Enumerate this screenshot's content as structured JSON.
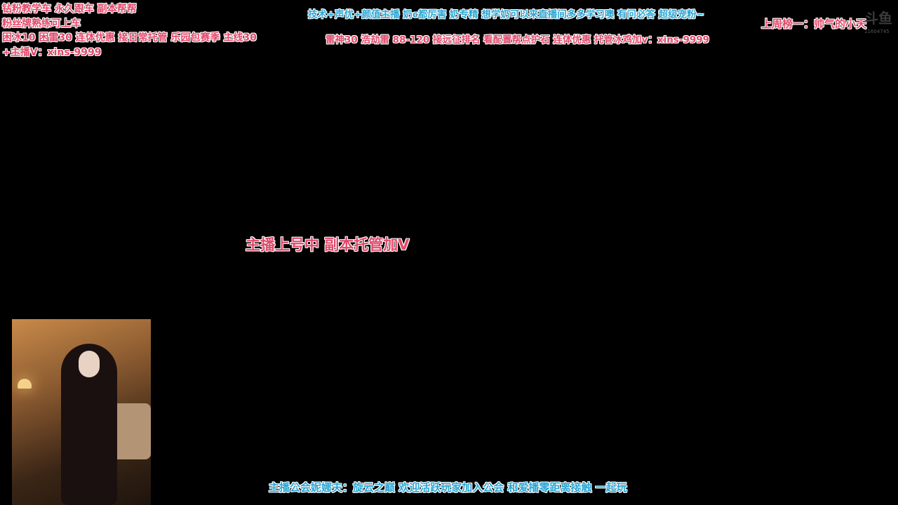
{
  "overlay": {
    "top_left_lines": [
      "钻粉教学车  永久跟车  副本帮帮",
      "粉丝牌熟练可上车",
      "困冰10 困雷30 连体优惠 接日常托管 乐园包赛季  主线30",
      " +主播V：xins-9999"
    ],
    "top_center_line1": "技术+声优+颜值主播  奶c都厉害 奶专精  想学奶可以来直播间多多学习噢  有问必答 超级宠粉~",
    "top_center_line2": "雷神30 浩劫雷 88-120 接远征排名 看配置帮点护石  连体优惠 托管冰鸡加v：xins-9999",
    "top_right": "上周榜一：帅气的小天",
    "center": "主播上号中 副本托管加V",
    "bottom": "主播公会妮娜夫：旋云之巅 欢迎活跃玩家加入公会 和爱播零距离接触 一起玩"
  },
  "watermark": {
    "logo": "斗鱼",
    "room_id": "11604745"
  },
  "colors": {
    "pink": "#e24a6a",
    "cyan": "#2aa6d4",
    "background": "#000000"
  }
}
